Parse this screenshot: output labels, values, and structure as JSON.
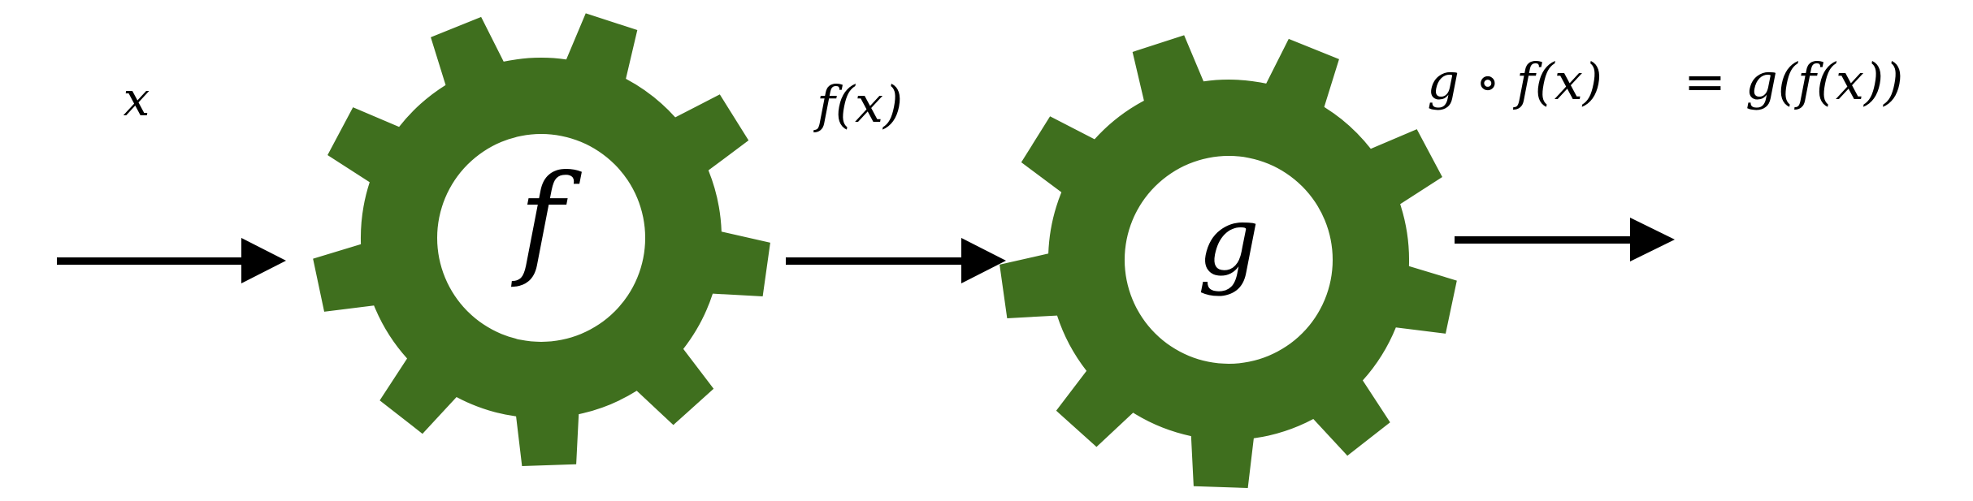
{
  "diagram": {
    "input_label": "x",
    "gear1": {
      "label": "f",
      "color": "#3f6f1e"
    },
    "intermediate_label": "f(x)",
    "gear2": {
      "label": "g",
      "color": "#3f6f1e"
    },
    "composition": {
      "lhs": "g ∘ f(x)",
      "eq": "=",
      "rhs": "g(f(x))"
    },
    "arrow_color": "#000000"
  }
}
